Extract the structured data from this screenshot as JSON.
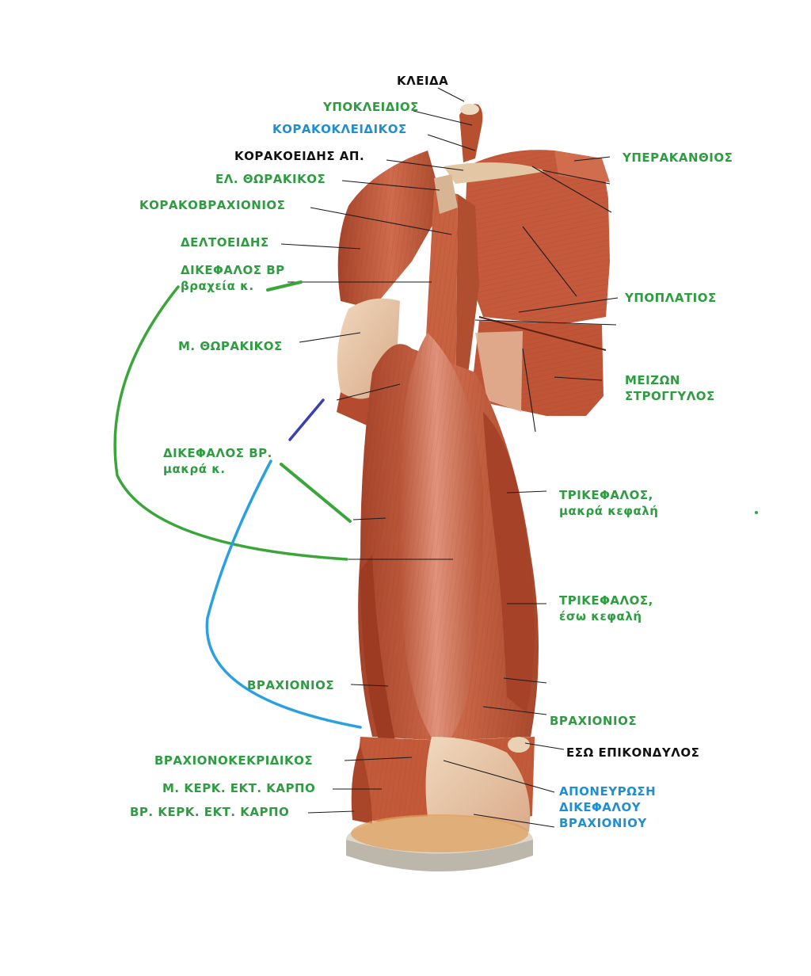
{
  "colors": {
    "green": "#2e9c40",
    "blue": "#1e8fd0",
    "black": "#111111",
    "muscle_dark": "#9e3e22",
    "muscle_mid": "#c2573a",
    "muscle_light": "#d98262",
    "tendon": "#e9c9a6",
    "bone": "#ede7da",
    "line_green": "#3aa63a",
    "line_blue": "#2aa0e0",
    "line_navy": "#3b3fb0"
  },
  "labels": {
    "kleida": "ΚΛΕΙΔΑ",
    "ypokleidios": "ΥΠΟΚΛΕΙΔΙΟΣ",
    "korakokleidikos": "ΚΟΡΑΚΟΚΛΕΙΔΙΚΟΣ",
    "korakoeidis": "ΚΟΡΑΚΟΕΙΔΗΣ ΑΠ.",
    "el_thorakikos": "ΕΛ. ΘΩΡΑΚΙΚΟΣ",
    "korakovrachionios": "ΚΟΡΑΚΟΒΡΑΧΙΟΝΙΟΣ",
    "deltoeidis": "ΔΕΛΤΟΕΙΔΗΣ",
    "dikefalos_short": [
      "ΔΙΚΕΦΑΛΟΣ ΒΡ",
      "βραχεία κ."
    ],
    "m_thorakikos": "Μ. ΘΩΡΑΚΙΚΟΣ",
    "dikefalos_long": [
      "ΔΙΚΕΦΑΛΟΣ ΒΡ.",
      "μακρά κ."
    ],
    "vrachionios_left": "ΒΡΑΧΙΟΝΙΟΣ",
    "vrachionokerkidikos": "ΒΡΑΧΙΟΝΟΚΕΚΡΙΔΙΚΟΣ",
    "m_kerk": "Μ. ΚΕΡΚ. ΕΚΤ. ΚΑΡΠΟ",
    "vr_kerk": "ΒΡ. ΚΕΡΚ. ΕΚΤ. ΚΑΡΠΟ",
    "yperakanthios": "ΥΠΕΡΑΚΑΝΘΙΟΣ",
    "ypoplatios": "ΥΠΟΠΛΑΤΙΟΣ",
    "meizon": [
      "ΜΕΙΖΩΝ",
      "ΣΤΡΟΓΓΥΛΟΣ"
    ],
    "trikefalos_long": [
      "ΤΡΙΚΕΦΑΛΟΣ,",
      "μακρά κεφαλή"
    ],
    "trikefalos_inner": [
      "ΤΡΙΚΕΦΑΛΟΣ,",
      "έσω κεφαλή"
    ],
    "vrachionios_right": "ΒΡΑΧΙΟΝΙΟΣ",
    "eso_epikondylos": "ΕΣΩ ΕΠΙΚΟΝΔΥΛΟΣ",
    "aponevrosi": [
      "ΑΠΟΝΕΥΡΩΣΗ",
      "ΔΙΚΕΦΑΛΟΥ",
      "ΒΡΑΧΙΟΝΙΟΥ"
    ]
  }
}
